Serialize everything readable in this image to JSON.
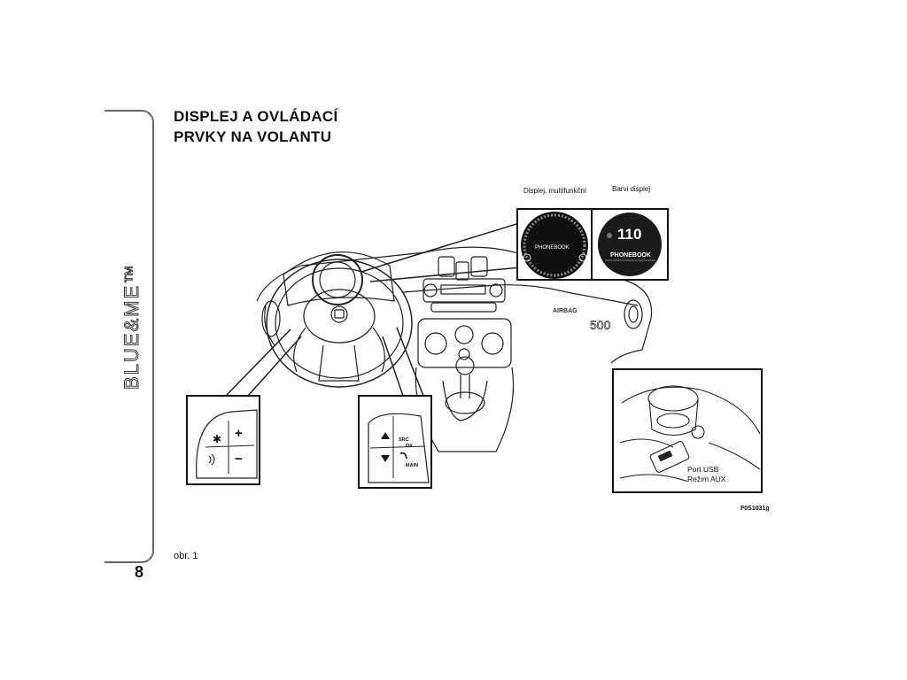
{
  "page": {
    "title_line1": "DISPLEJ A OVLÁDACÍ",
    "title_line2": "PRVKY NA VOLANTU",
    "side_logo": "BLUE&ME™",
    "page_number": "8",
    "caption": "obr. 1",
    "figure_code": "F0S1031g"
  },
  "labels": {
    "display_multi": "Displej, multifunkční",
    "display_color": "Barvi displej",
    "usb_line1": "Port USB",
    "usb_line2": "Režim AUX"
  },
  "displays": {
    "multi_text": "PHONEBOOK",
    "color_text": "PHONEBOOK",
    "color_speed": "110"
  },
  "left_panel": {
    "btn_mute": "✱",
    "btn_plus": "+",
    "btn_minus": "−"
  },
  "right_panel": {
    "label_src": "SRC",
    "label_ok": "OK",
    "label_main": "MAIN"
  },
  "car": {
    "airbag_text": "AIRBAG",
    "model_text": "500"
  }
}
